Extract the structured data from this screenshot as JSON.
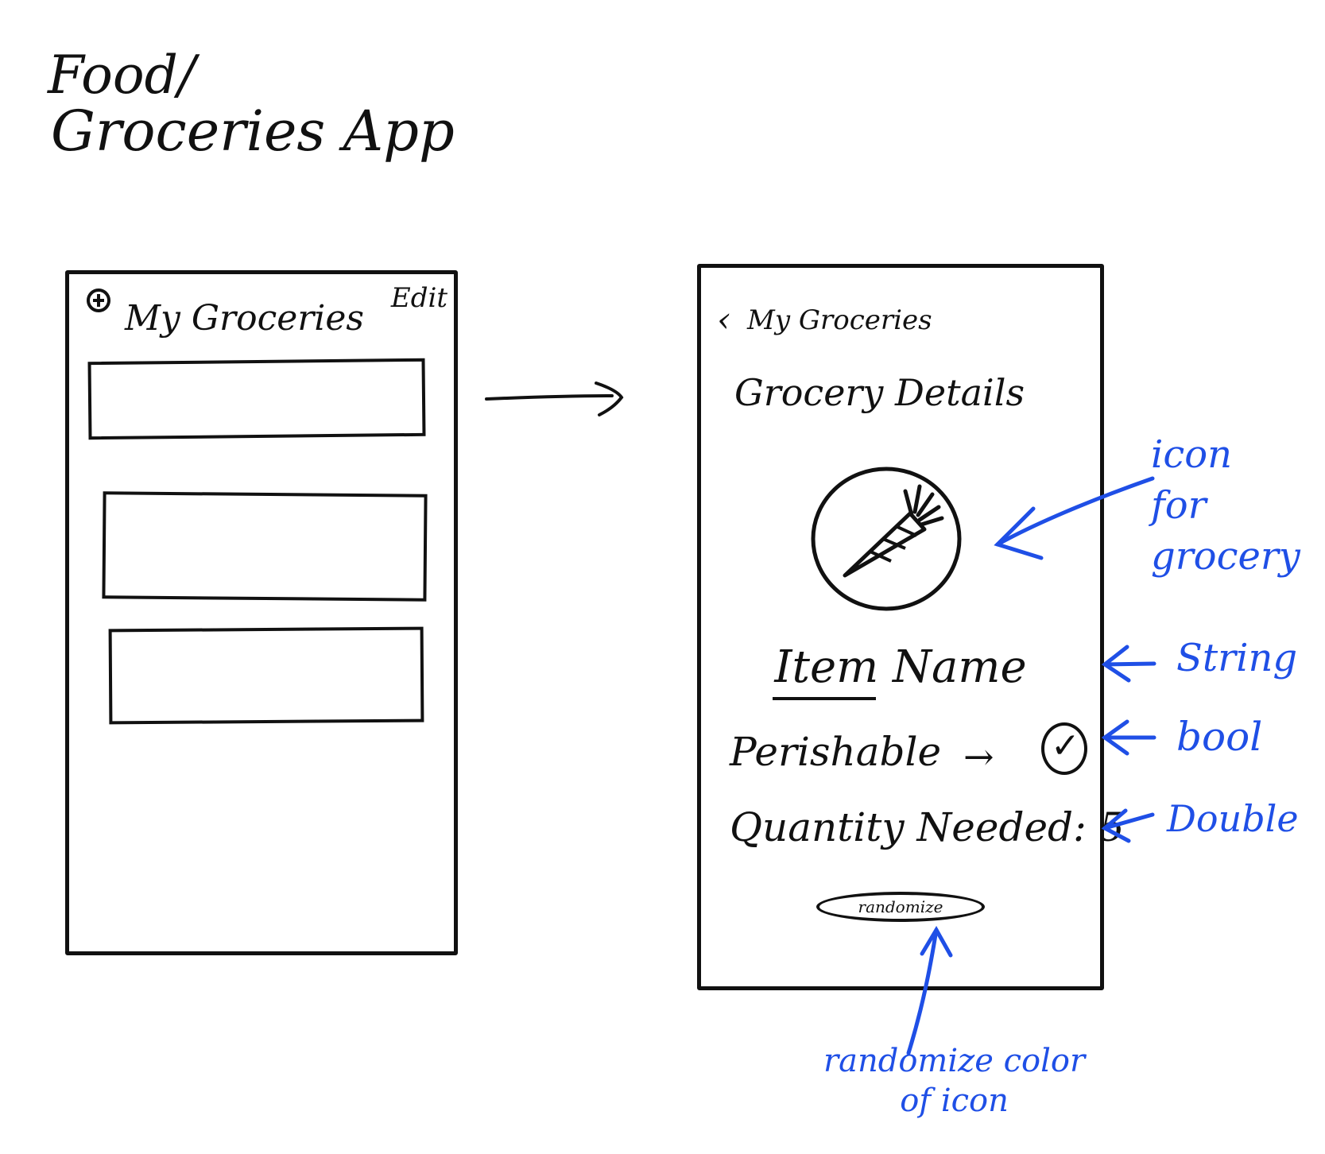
{
  "title": {
    "line1": "Food/",
    "line2": "Groceries App"
  },
  "list_screen": {
    "title": "My Groceries",
    "edit_label": "Edit",
    "add_icon": "plus-circle-icon",
    "rows": 3
  },
  "detail_screen": {
    "back_label": "My Groceries",
    "back_icon": "chevron-left-icon",
    "title": "Grocery Details",
    "icon": "carrot-icon",
    "item_name": "Item Name",
    "perishable_label": "Perishable",
    "perishable_arrow": "→",
    "perishable_checked": true,
    "quantity_label": "Quantity Needed:",
    "quantity_value": "5",
    "randomize_label": "randomize"
  },
  "annotations": {
    "icon_note": [
      "icon",
      "for",
      "grocery"
    ],
    "string_note": "String",
    "bool_note": "bool",
    "double_note": "Double",
    "randomize_note": [
      "randomize color",
      "of icon"
    ]
  },
  "colors": {
    "ink": "#111111",
    "annotation": "#1f4fe6",
    "background": "#ffffff"
  }
}
